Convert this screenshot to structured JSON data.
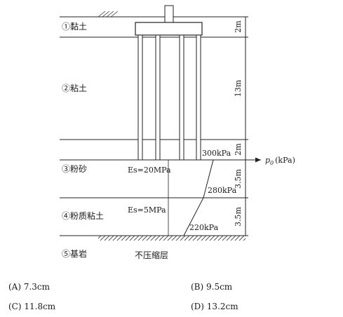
{
  "layers": [
    {
      "label": "①黏土",
      "thickness": "2m"
    },
    {
      "label": "②粘土",
      "thickness": "13m"
    },
    {
      "label": "",
      "thickness": "2m"
    },
    {
      "label": "③粉砂",
      "thickness": "3.5m",
      "modulus": "Es=20MPa"
    },
    {
      "label": "④粉质粘土",
      "thickness": "3.5m",
      "modulus": "Es=5MPa"
    },
    {
      "label": "⑤基岩",
      "note": "不压缩层"
    }
  ],
  "pressure_axis": {
    "label": "p",
    "subscript": "0",
    "unit": "(kPa)"
  },
  "pressures": [
    "300kPa",
    "280kPa",
    "220kPa"
  ],
  "options": [
    {
      "key": "A",
      "text": "(A) 7.3cm"
    },
    {
      "key": "B",
      "text": "(B) 9.5cm"
    },
    {
      "key": "C",
      "text": "(C) 11.8cm"
    },
    {
      "key": "D",
      "text": "(D) 13.2cm"
    }
  ]
}
